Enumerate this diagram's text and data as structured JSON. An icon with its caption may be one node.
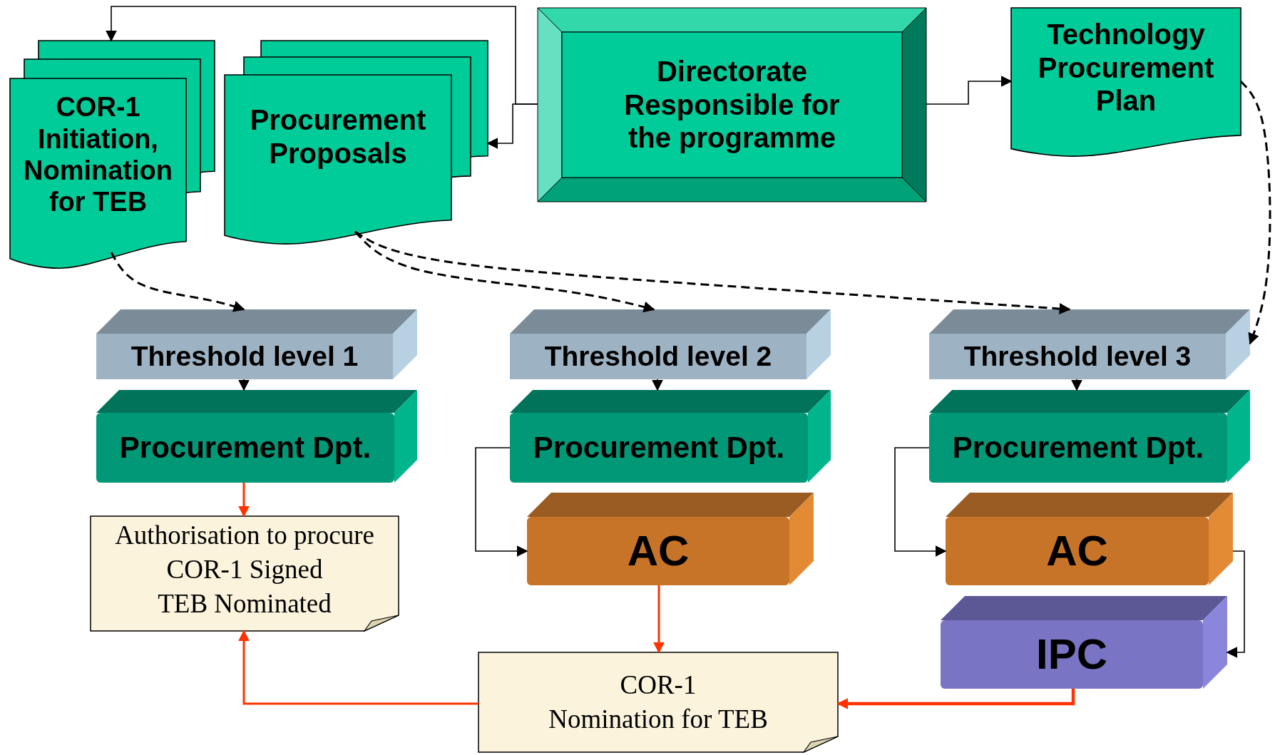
{
  "diagram": {
    "nodes": [
      {
        "text": [
          "COR-1 Initiation, Nomination for TEB"
        ]
      },
      {
        "text": [
          "Procurement Proposals"
        ]
      },
      {
        "text": [
          "Directorate Responsible for the programme"
        ]
      },
      {
        "text": [
          "Technology Procurement Plan"
        ]
      },
      {
        "text": [
          "Threshold level 1"
        ]
      },
      {
        "text": [
          "Threshold level 2"
        ]
      },
      {
        "text": [
          "Threshold level 3"
        ]
      },
      {
        "text": [
          "Procurement Dpt."
        ]
      },
      {
        "text": [
          "Procurement Dpt."
        ]
      },
      {
        "text": [
          "Procurement Dpt."
        ]
      },
      {
        "text": [
          "Authorisation to procure",
          "COR-1 Signed",
          "TEB Nominated"
        ]
      },
      {
        "text": [
          "AC"
        ]
      },
      {
        "text": [
          "AC"
        ]
      },
      {
        "text": [
          "IPC"
        ]
      },
      {
        "text": [
          "COR-1",
          "Nomination for TEB"
        ]
      }
    ],
    "edges": [
      {
        "from": 2,
        "to": 0,
        "arrow": "to"
      },
      {
        "from": 2,
        "to": 1,
        "arrow": "to"
      },
      {
        "from": 2,
        "to": 3,
        "arrow": "to"
      },
      {
        "from": 0,
        "to": 4,
        "arrow": "to",
        "style": "dashed"
      },
      {
        "from": 1,
        "to": 5,
        "arrow": "to",
        "style": "dashed"
      },
      {
        "from": 1,
        "to": 6,
        "arrow": "to",
        "style": "dashed"
      },
      {
        "from": 3,
        "to": 6,
        "arrow": "to",
        "style": "dashed"
      },
      {
        "from": 4,
        "to": 7,
        "arrow": "to"
      },
      {
        "from": 5,
        "to": 8,
        "arrow": "to"
      },
      {
        "from": 6,
        "to": 9,
        "arrow": "to"
      },
      {
        "from": 7,
        "to": 10,
        "arrow": "to",
        "color": "#ff3300"
      },
      {
        "from": 8,
        "to": 11,
        "arrow": "to"
      },
      {
        "from": 9,
        "to": 12,
        "arrow": "to"
      },
      {
        "from": 11,
        "to": 14,
        "arrow": "to",
        "color": "#ff3300"
      },
      {
        "from": 12,
        "to": 13,
        "arrow": "to"
      },
      {
        "from": 13,
        "to": 14,
        "arrow": "to",
        "style": "thick",
        "color": "#ff3300"
      },
      {
        "from": 14,
        "to": 10,
        "arrow": "to",
        "color": "#ff3300"
      }
    ]
  }
}
